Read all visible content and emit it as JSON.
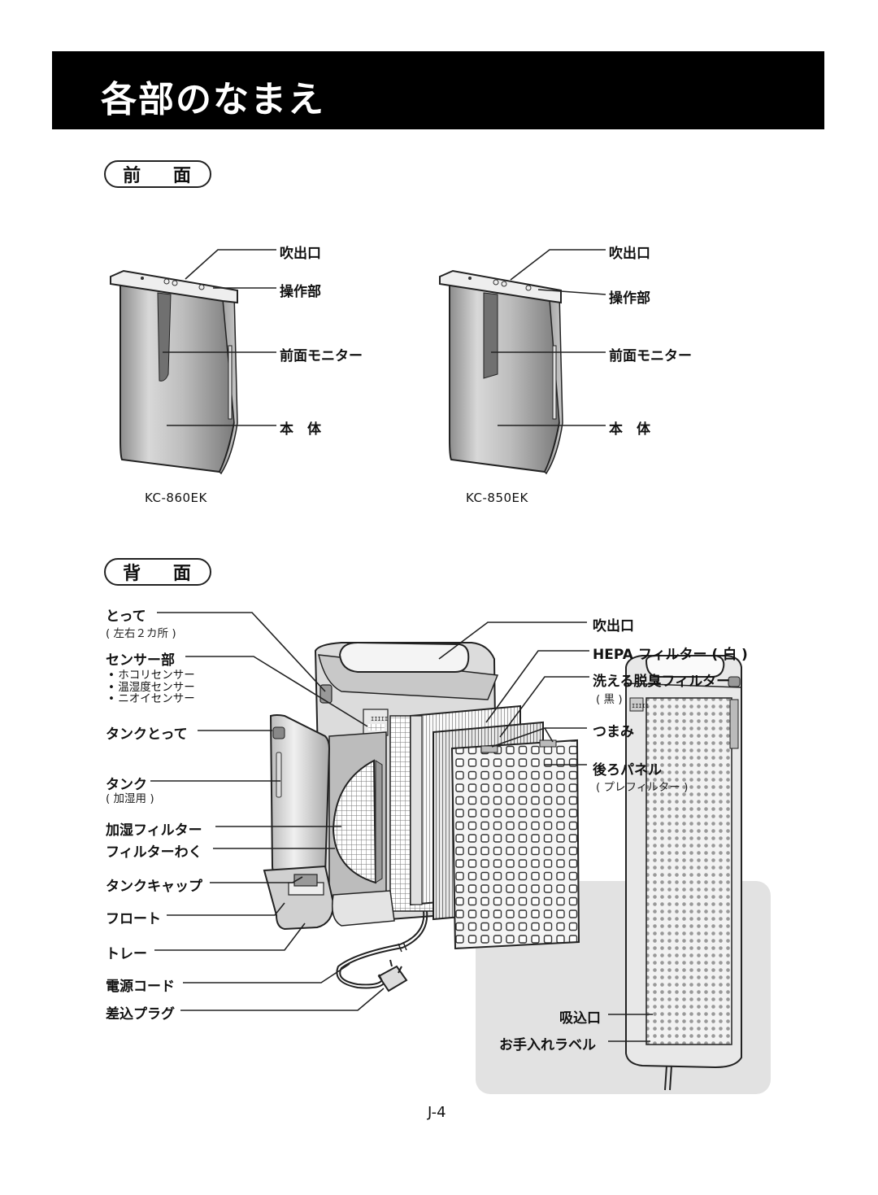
{
  "page": {
    "title": "各部のなまえ",
    "page_number": "J-4"
  },
  "front": {
    "section_label": "前 面",
    "left_unit": {
      "model": "KC-860EK",
      "labels": {
        "outlet": "吹出口",
        "control": "操作部",
        "monitor": "前面モニター",
        "body": "本　体"
      }
    },
    "right_unit": {
      "model": "KC-850EK",
      "labels": {
        "outlet": "吹出口",
        "control": "操作部",
        "monitor": "前面モニター",
        "body": "本　体"
      }
    }
  },
  "back": {
    "section_label": "背 面",
    "left_labels": {
      "handle": "とって",
      "handle_note": "( 左右２カ所 )",
      "sensor": "センサー部",
      "sensor_items": [
        "• ホコリセンサー",
        "• 温湿度センサー",
        "• ニオイセンサー"
      ],
      "tank_handle": "タンクとって",
      "tank": "タンク",
      "tank_note": "( 加湿用 )",
      "humid_filter": "加湿フィルター",
      "filter_frame": "フィルターわく",
      "tank_cap": "タンクキャップ",
      "float": "フロート",
      "tray": "トレー",
      "cord": "電源コード",
      "plug": "差込プラグ"
    },
    "right_labels": {
      "outlet": "吹出口",
      "hepa": "HEPA フィルター ( 白 )",
      "deodor": "洗える脱臭フィルター",
      "deodor_note": "( 黒 )",
      "knob": "つまみ",
      "rear_panel": "後ろパネル",
      "rear_panel_note": "( プレフィルター )"
    },
    "inset_labels": {
      "intake": "吸込口",
      "care_label": "お手入れラベル"
    },
    "sensor_grille_text": "IIIII"
  }
}
